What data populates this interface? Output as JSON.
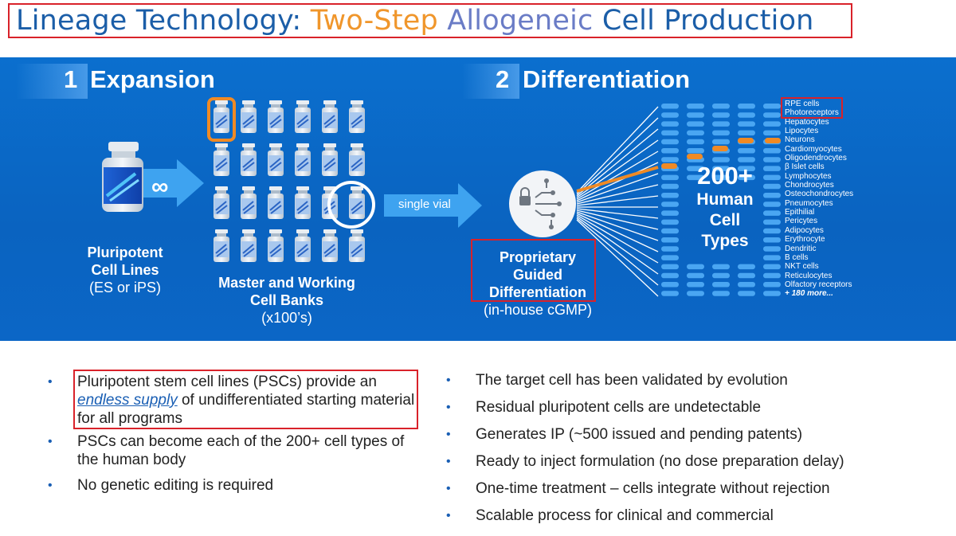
{
  "title": {
    "part1": "Lineage Technology: ",
    "part2": "Two-Step ",
    "part3": "Allogeneic ",
    "part4": "Cell Production"
  },
  "expansion": {
    "number": "1",
    "label": "Expansion"
  },
  "differentiation": {
    "number": "2",
    "label": "Differentiation"
  },
  "infinity_symbol": "∞",
  "pluripotent": {
    "line1": "Pluripotent",
    "line2": "Cell Lines",
    "line3": "(ES or iPS)"
  },
  "banks": {
    "line1": "Master and Working",
    "line2": "Cell Banks",
    "line3": "(x100’s)"
  },
  "single_vial": "single vial",
  "proprietary": {
    "line1": "Proprietary",
    "line2": "Guided",
    "line3": "Differentiation",
    "line4": "(in-house cGMP)"
  },
  "cell_types": {
    "count": "200+",
    "line1": "Human",
    "line2": "Cell",
    "line3": "Types"
  },
  "lineages": [
    "RPE cells",
    "Photoreceptors",
    "Hepatocytes",
    "Lipocytes",
    "Neurons",
    "Cardiomyocytes",
    "Oligodendrocytes",
    "β Islet cells",
    "Lymphocytes",
    "Chondrocytes",
    "Osteochondrocytes",
    "Pneumocytes",
    "Epithilial",
    "Pericytes",
    "Adipocytes",
    "Erythrocyte",
    "Dendritic",
    "B cells",
    "NKT cells",
    "Reticulocytes",
    "Olfactory receptors"
  ],
  "lineages_more": "+  180 more...",
  "left_bullets": {
    "b1_pre": "Pluripotent stem cell lines (PSCs) provide an ",
    "b1_link": "endless supply",
    "b1_post": " of undifferentiated starting material for all programs",
    "b2": "PSCs can become each of the 200+ cell types of the human body",
    "b3": "No genetic editing is required"
  },
  "right_bullets": [
    "The target cell has been validated by evolution",
    "Residual pluripotent cells are undetectable",
    "Generates IP (~500 issued and pending patents)",
    "Ready to inject formulation (no dose preparation delay)",
    "One-time treatment – cells integrate without rejection",
    "Scalable process for clinical and commercial"
  ],
  "bullet_char": "•",
  "colors": {
    "panel": "#0b6fce",
    "title_blue": "#1b5ea8",
    "title_orange": "#f0962b",
    "title_violet": "#6a7cc6",
    "highlight_red": "#d9222a",
    "accent_orange": "#f0962b"
  }
}
